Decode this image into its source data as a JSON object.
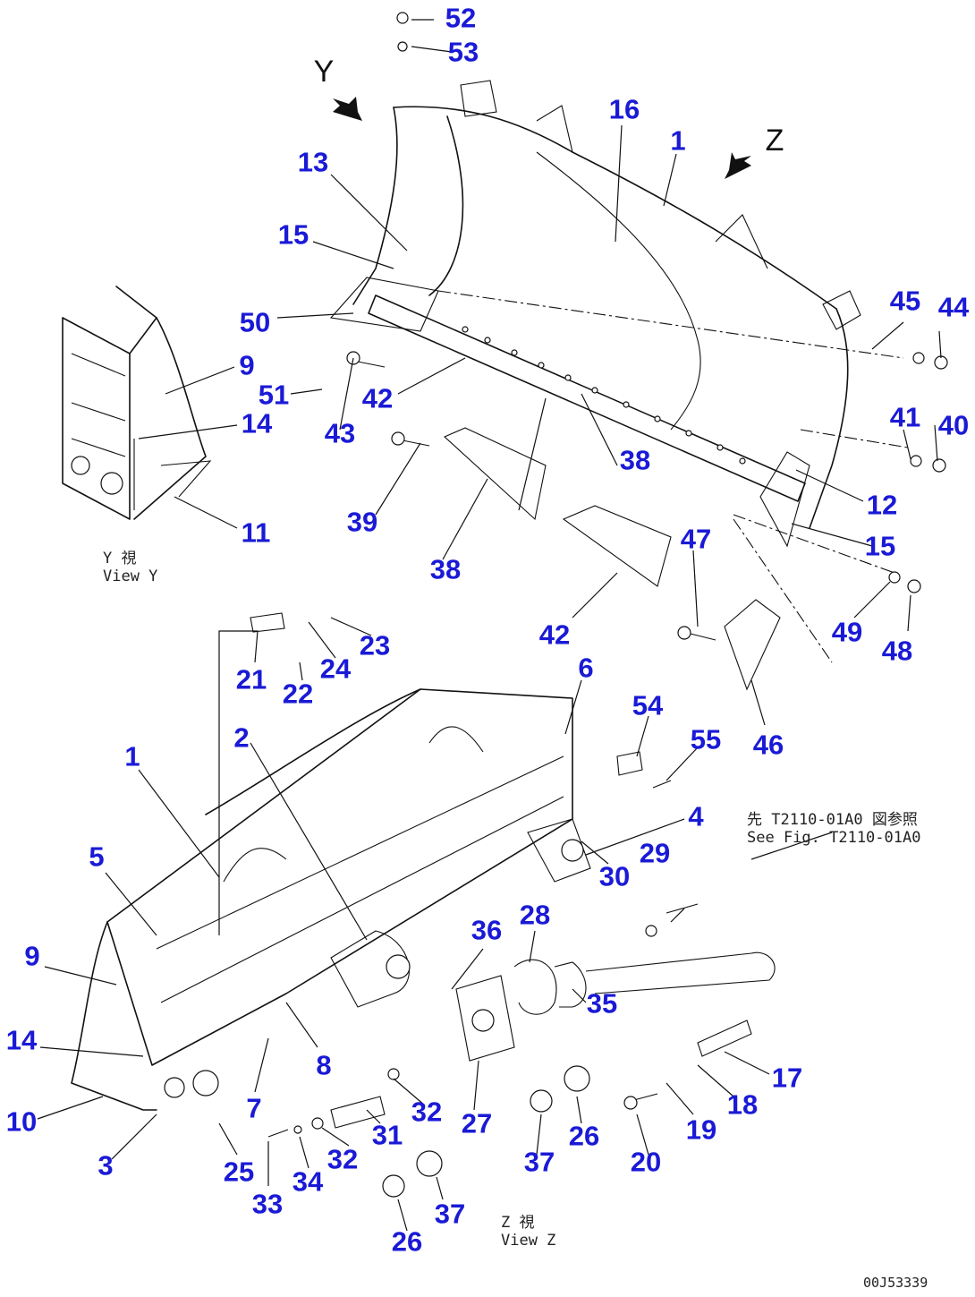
{
  "view_labels": {
    "y_letter": "Y",
    "z_letter": "Z",
    "view_y_jp": "Y 視",
    "view_y_en": "View Y",
    "view_z_jp": "Z 視",
    "view_z_en": "View Z"
  },
  "reference_note": {
    "jp": "先 T2110-01A0 図参照",
    "en": "See Fig. T2110-01A0"
  },
  "drawing_code": "00J53339",
  "callouts": {
    "c52": "52",
    "c53": "53",
    "c16": "16",
    "c1a": "1",
    "c13": "13",
    "c15a": "15",
    "c50": "50",
    "c9a": "9",
    "c51": "51",
    "c43": "43",
    "c42a": "42",
    "c14a": "14",
    "c11": "11",
    "c39": "39",
    "c38a": "38",
    "c38b": "38",
    "c45": "45",
    "c44": "44",
    "c41": "41",
    "c40": "40",
    "c12": "12",
    "c15b": "15",
    "c47": "47",
    "c42b": "42",
    "c49": "49",
    "c48": "48",
    "c46": "46",
    "c21": "21",
    "c22": "22",
    "c24": "24",
    "c23": "23",
    "c6": "6",
    "c54": "54",
    "c55": "55",
    "c2": "2",
    "c1b": "1",
    "c4": "4",
    "c29": "29",
    "c5": "5",
    "c30": "30",
    "c28": "28",
    "c36": "36",
    "c9b": "9",
    "c35": "35",
    "c14b": "14",
    "c8": "8",
    "c17": "17",
    "c10": "10",
    "c7": "7",
    "c32a": "32",
    "c27": "27",
    "c26a": "26",
    "c18": "18",
    "c19": "19",
    "c3": "3",
    "c25": "25",
    "c33": "33",
    "c34": "34",
    "c32b": "32",
    "c31": "31",
    "c37a": "37",
    "c20": "20",
    "c37b": "37",
    "c26b": "26"
  }
}
